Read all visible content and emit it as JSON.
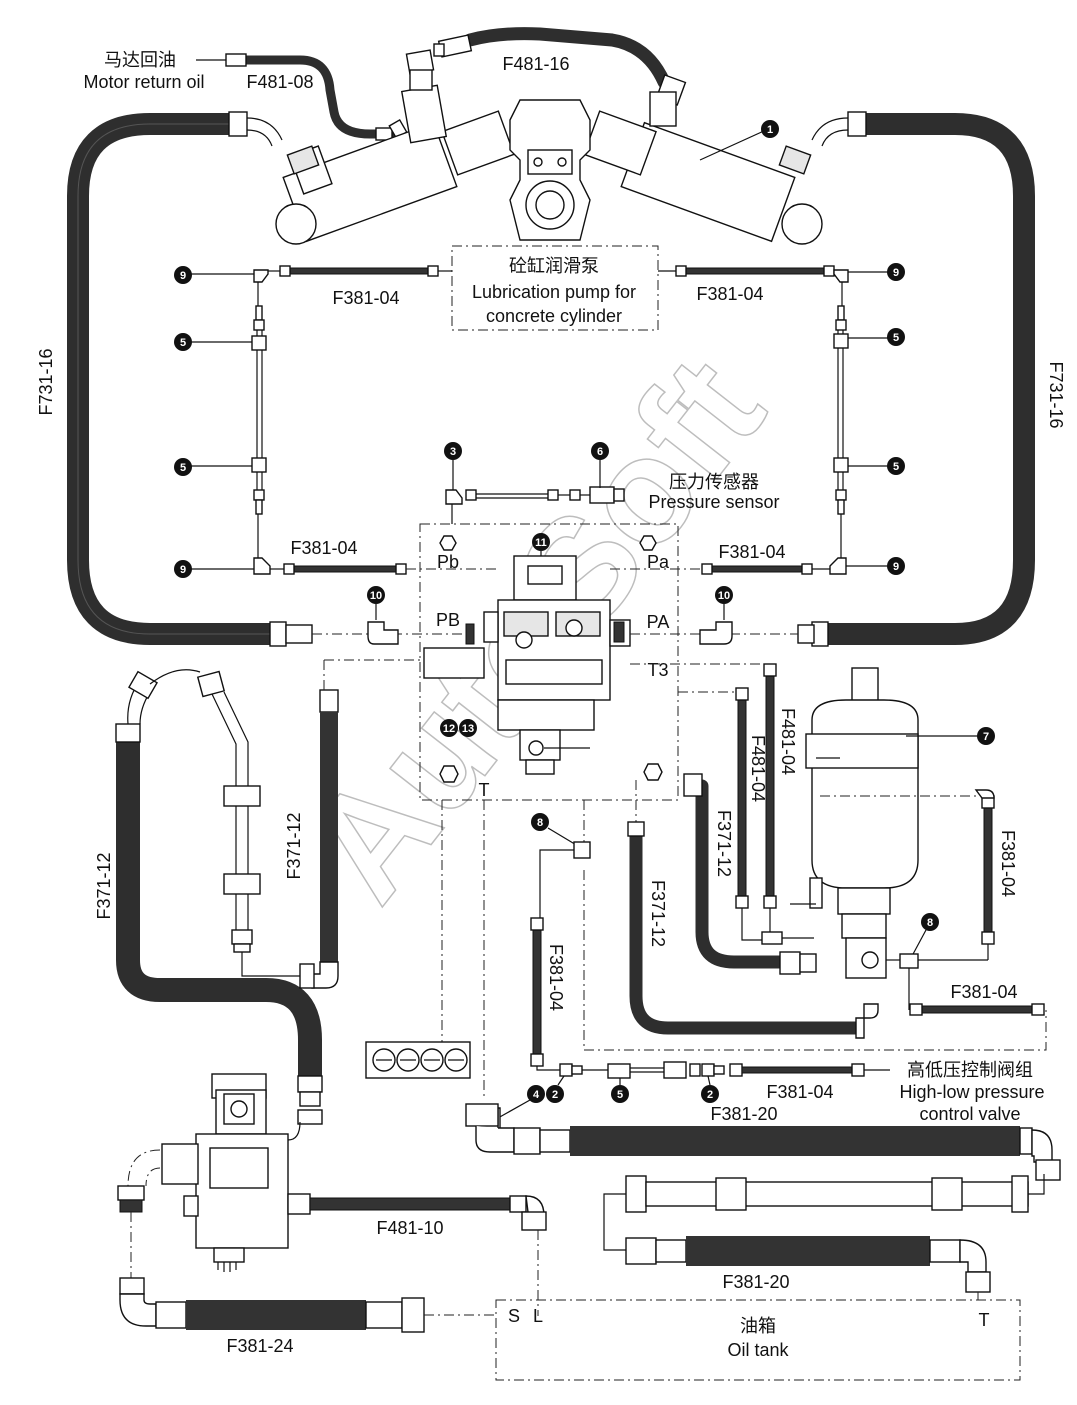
{
  "labels": {
    "motor_return_cn": "马达回油",
    "motor_return_en": "Motor return oil",
    "hose_F481_08": "F481-08",
    "hose_F481_16": "F481-16",
    "hose_F731_16_left": "F731-16",
    "hose_F731_16_right": "F731-16",
    "lub_pump_cn": "砼缸润滑泵",
    "lub_pump_en1": "Lubrication pump for",
    "lub_pump_en2": "concrete cylinder",
    "hose_F381_04_tl": "F381-04",
    "hose_F381_04_tr": "F381-04",
    "hose_F381_04_ml": "F381-04",
    "hose_F381_04_mr": "F381-04",
    "pressure_sensor_cn": "压力传感器",
    "pressure_sensor_en": "Pressure sensor",
    "port_Pb": "Pb",
    "port_Pa": "Pa",
    "port_PB": "PB",
    "port_PA": "PA",
    "port_T3": "T3",
    "port_T": "T",
    "hose_F481_04_a": "F481-04",
    "hose_F481_04_b": "F481-04",
    "hose_F371_12_a": "F371-12",
    "hose_F371_12_b": "F371-12",
    "hose_F371_12_c": "F371-12",
    "hose_F371_12_d": "F371-12",
    "hose_F381_04_r2": "F381-04",
    "hose_F381_04_r3": "F381-04",
    "hose_F381_04_v": "F381-04",
    "hose_F381_04_b": "F381-04",
    "hose_F381_20_a": "F381-20",
    "hose_F381_20_b": "F381-20",
    "hl_valve_cn": "高低压控制阀组",
    "hl_valve_en1": "High-low pressure",
    "hl_valve_en2": "control valve",
    "hose_F481_10": "F481-10",
    "hose_F381_24": "F381-24",
    "tank_S": "S",
    "tank_L": "L",
    "tank_T": "T",
    "oil_tank_cn": "油箱",
    "oil_tank_en": "Oil tank",
    "watermark": "AutoSoft"
  },
  "callouts": {
    "n1": "1",
    "n2a": "2",
    "n2b": "2",
    "n3": "3",
    "n4": "4",
    "n5a": "5",
    "n5b": "5",
    "n5c": "5",
    "n5d": "5",
    "n5e": "5",
    "n6": "6",
    "n7": "7",
    "n8a": "8",
    "n8b": "8",
    "n9a": "9",
    "n9b": "9",
    "n9c": "9",
    "n9d": "9",
    "n10a": "10",
    "n10b": "10",
    "n11": "11",
    "n12": "12",
    "n13": "13"
  }
}
